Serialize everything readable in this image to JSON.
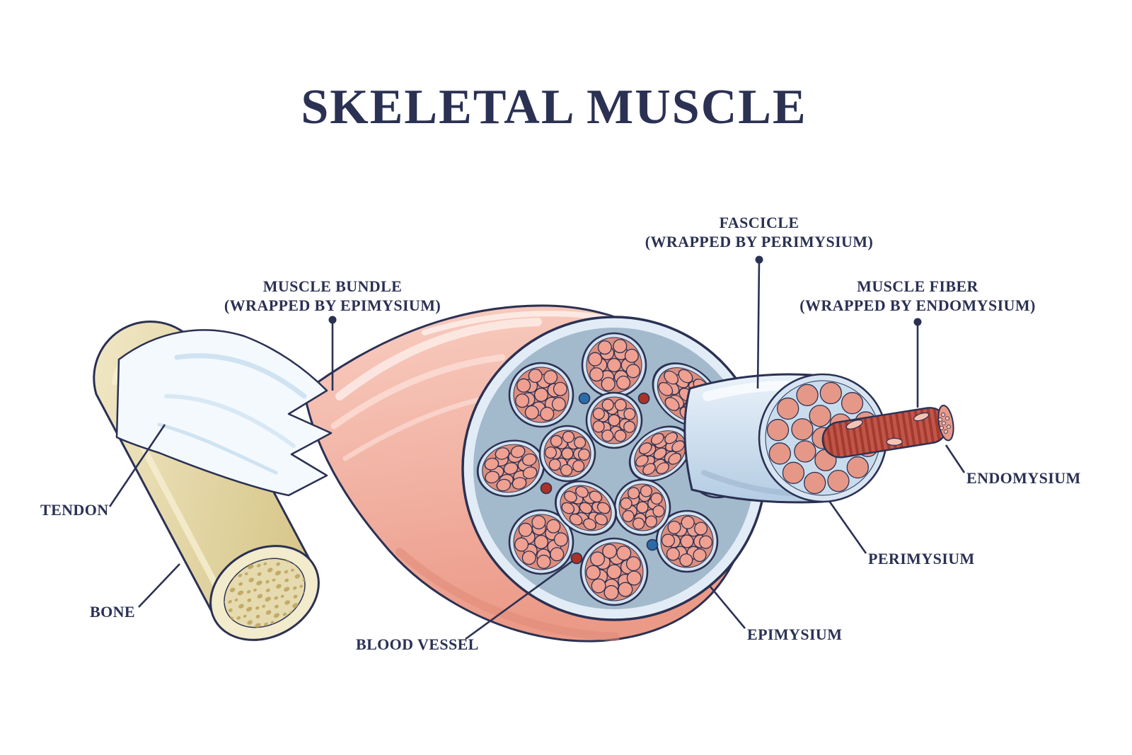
{
  "title": "SKELETAL MUSCLE",
  "labels": {
    "muscle_bundle_1": "MUSCLE BUNDLE",
    "muscle_bundle_2": "(WRAPPED BY EPIMYSIUM)",
    "fascicle_1": "FASCICLE",
    "fascicle_2": "(WRAPPED BY PERIMYSIUM)",
    "muscle_fiber_1": "MUSCLE FIBER",
    "muscle_fiber_2": "(WRAPPED BY ENDOMYSIUM)",
    "tendon": "TENDON",
    "bone": "BONE",
    "blood_vessel": "BLOOD VESSEL",
    "epimysium": "EPIMYSIUM",
    "perimysium": "PERIMYSIUM",
    "endomysium": "ENDOMYSIUM"
  },
  "colors": {
    "text": "#2b3153",
    "outline": "#2b3153",
    "muscle": "#f2a996",
    "tendon": "#eef5fb",
    "bone": "#e3d7a6",
    "matrix": "#a3b9cc",
    "fascicle_ring": "#d2e2f0",
    "fascicle_bg": "#dd8d7d",
    "fiber": "#efa090",
    "face_ring": "#d7e5f2",
    "face_bg": "#c9dcee",
    "face_fiber": "#e59887",
    "vessel_red": "#ab3226",
    "vessel_blue": "#2b6ca8"
  }
}
